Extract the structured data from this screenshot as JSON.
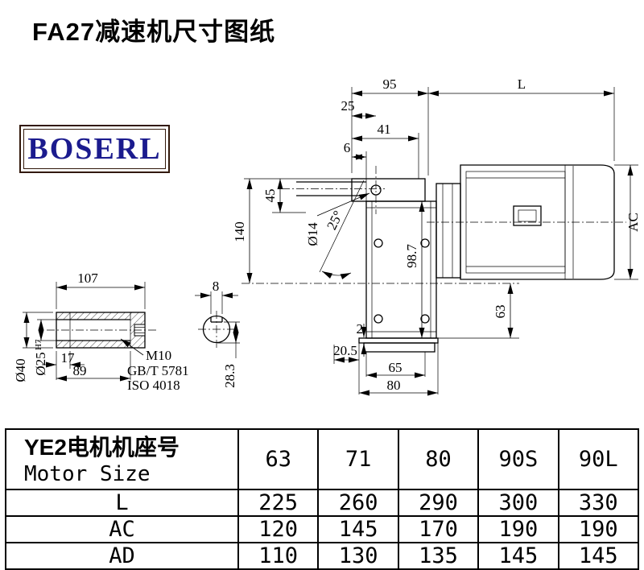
{
  "page": {
    "title": "FA27减速机尺寸图纸",
    "logo_text": "BOSERL"
  },
  "dims": {
    "top_95": "95",
    "top_L": "L",
    "top_25": "25",
    "top_41": "41",
    "top_6": "6",
    "left_45": "45",
    "left_140": "140",
    "dia_14": "Ø14",
    "angle_25": "25°",
    "mid_98_7": "98.7",
    "right_AC": "AC",
    "right_63": "63",
    "bottom_2": "2",
    "bottom_20_5": "20.5",
    "bottom_65": "65",
    "bottom_80": "80",
    "shaft_107": "107",
    "shaft_17": "17",
    "shaft_89": "89",
    "shaft_dia40": "Ø40",
    "shaft_dia25": "Ø25",
    "shaft_tol": "H7",
    "thread_m10": "M10",
    "std_gbt": "GB/T 5781",
    "std_iso": "ISO 4018",
    "key_8": "8",
    "key_28_3": "28.3"
  },
  "table": {
    "header_cn": "YE2电机机座号",
    "header_en": "Motor Size",
    "columns": [
      "63",
      "71",
      "80",
      "90S",
      "90L"
    ],
    "rows": [
      {
        "label": "L",
        "values": [
          "225",
          "260",
          "290",
          "300",
          "330"
        ]
      },
      {
        "label": "AC",
        "values": [
          "120",
          "145",
          "170",
          "190",
          "190"
        ]
      },
      {
        "label": "AD",
        "values": [
          "110",
          "130",
          "135",
          "145",
          "145"
        ]
      }
    ]
  }
}
